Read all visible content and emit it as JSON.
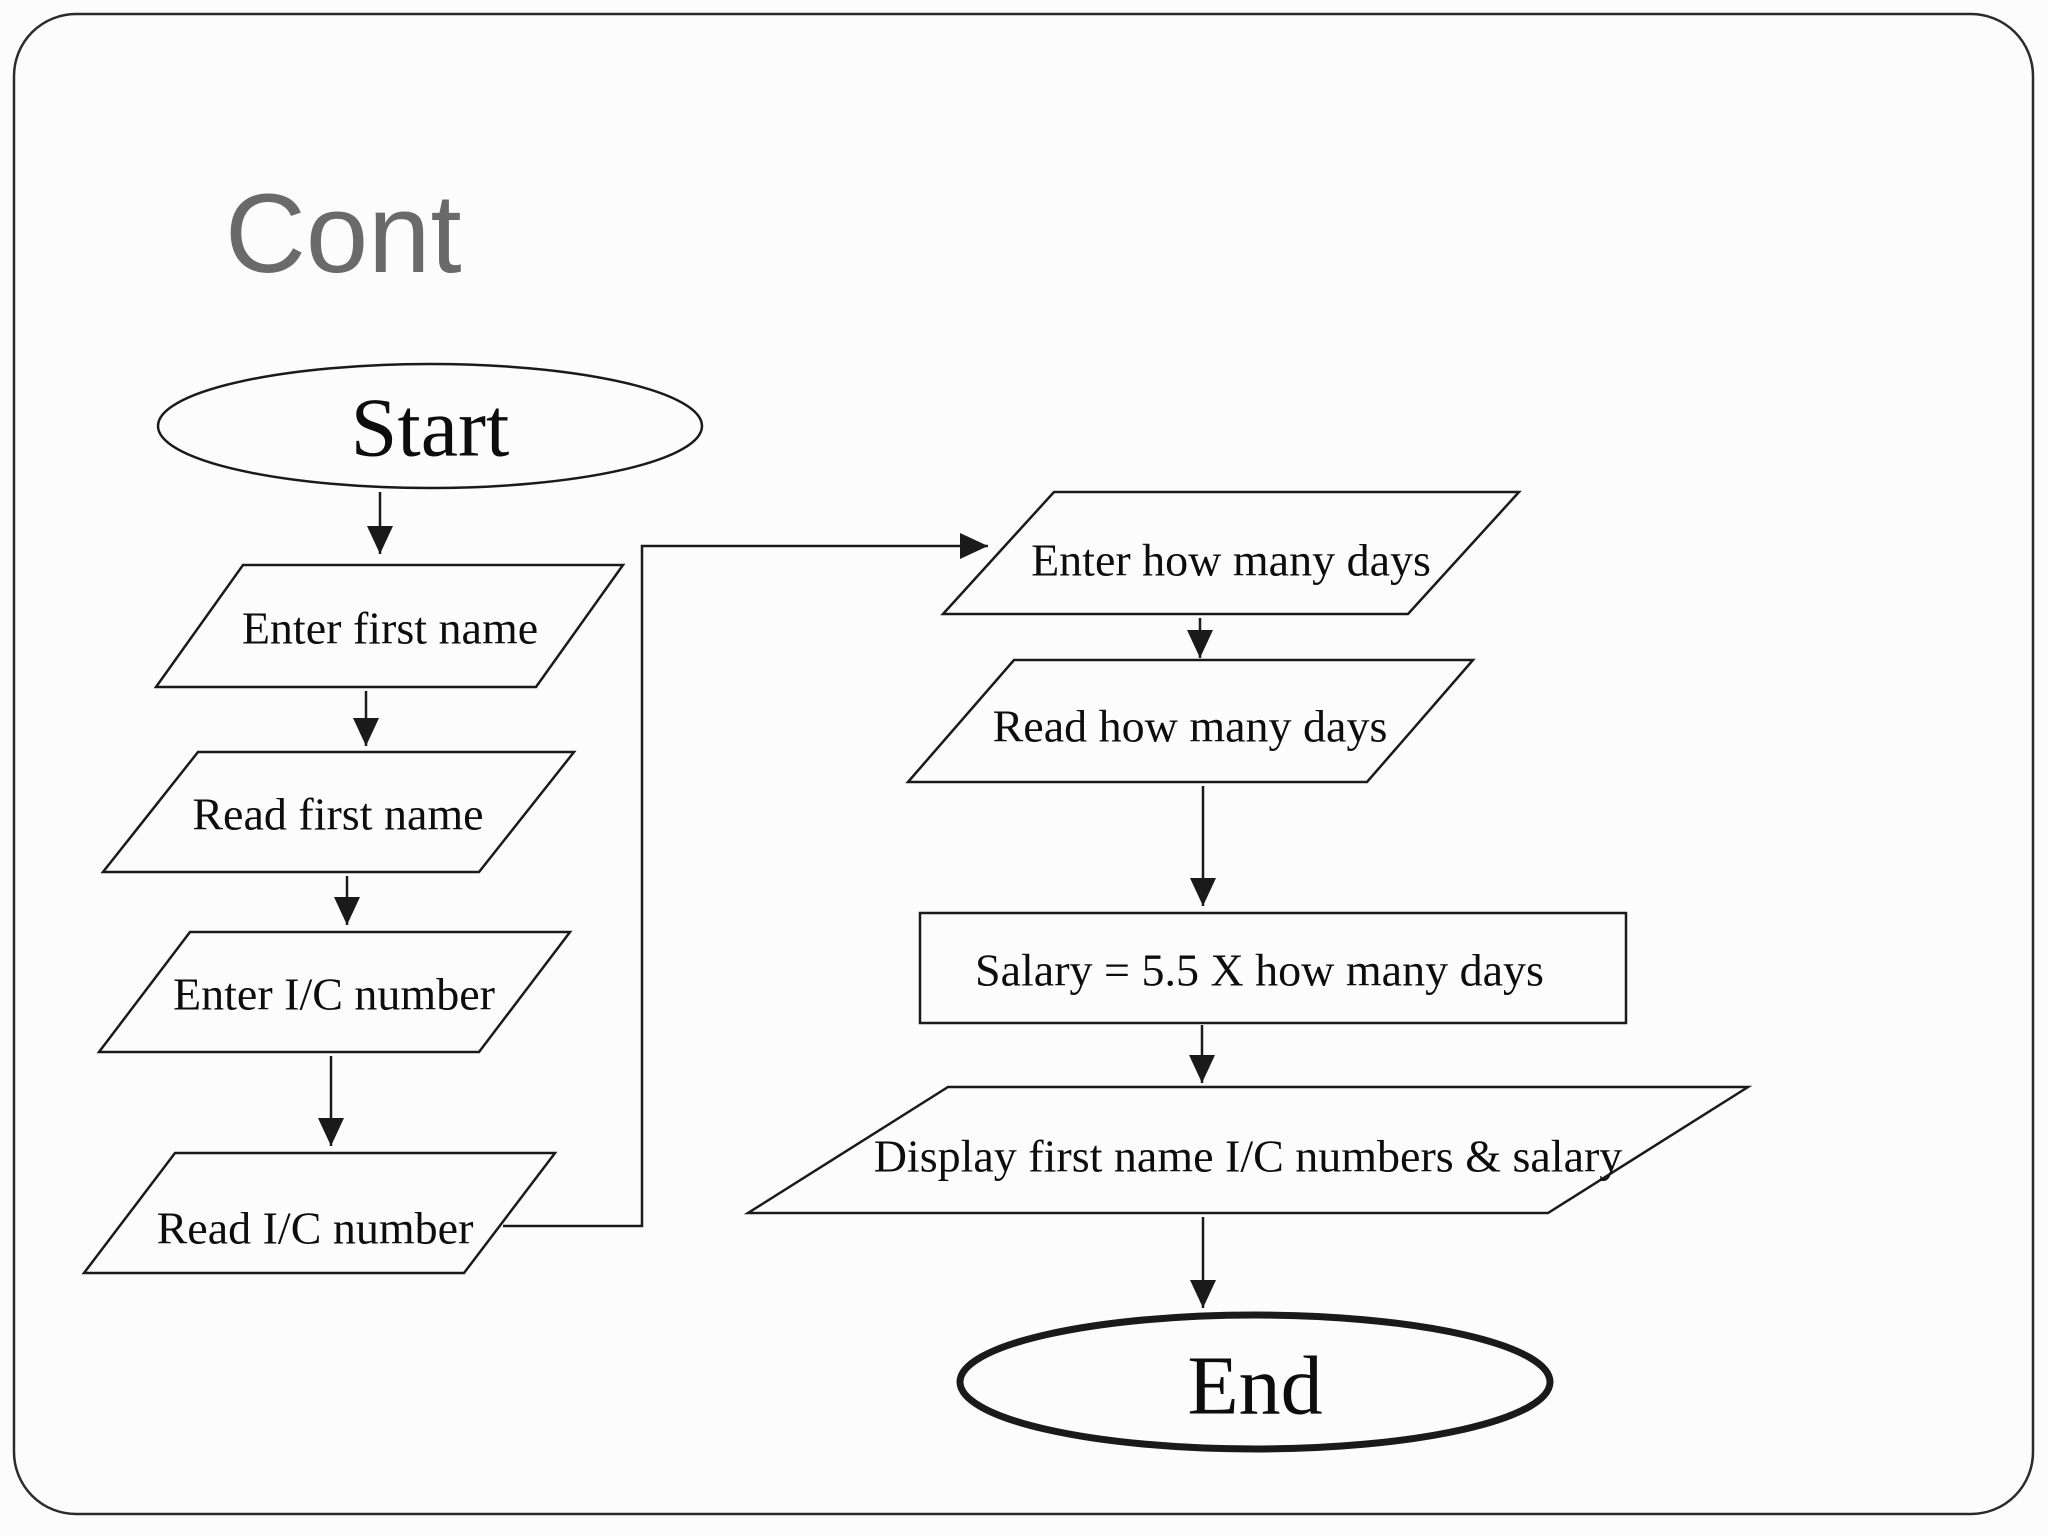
{
  "slide": {
    "title": "Cont"
  },
  "colors": {
    "background": "#fcfcfc",
    "slide_border": "#2b2b2b",
    "shape_stroke": "#1a1a1a",
    "text": "#0d0d0d",
    "title_text": "#6a6a6a"
  },
  "flowchart": {
    "nodes": [
      {
        "id": "start",
        "type": "terminator",
        "label": "Start"
      },
      {
        "id": "enter-first-name",
        "type": "input-output",
        "label": "Enter first name"
      },
      {
        "id": "read-first-name",
        "type": "input-output",
        "label": "Read first name"
      },
      {
        "id": "enter-ic-number",
        "type": "input-output",
        "label": "Enter I/C number"
      },
      {
        "id": "read-ic-number",
        "type": "input-output",
        "label": "Read I/C number"
      },
      {
        "id": "enter-how-many-days",
        "type": "input-output",
        "label": "Enter how many days"
      },
      {
        "id": "read-how-many-days",
        "type": "input-output",
        "label": "Read how many days"
      },
      {
        "id": "salary-process",
        "type": "process",
        "label": "Salary = 5.5 X how many days"
      },
      {
        "id": "display-output",
        "type": "input-output",
        "label": "Display first name I/C numbers & salary"
      },
      {
        "id": "end",
        "type": "terminator",
        "label": "End"
      }
    ]
  }
}
